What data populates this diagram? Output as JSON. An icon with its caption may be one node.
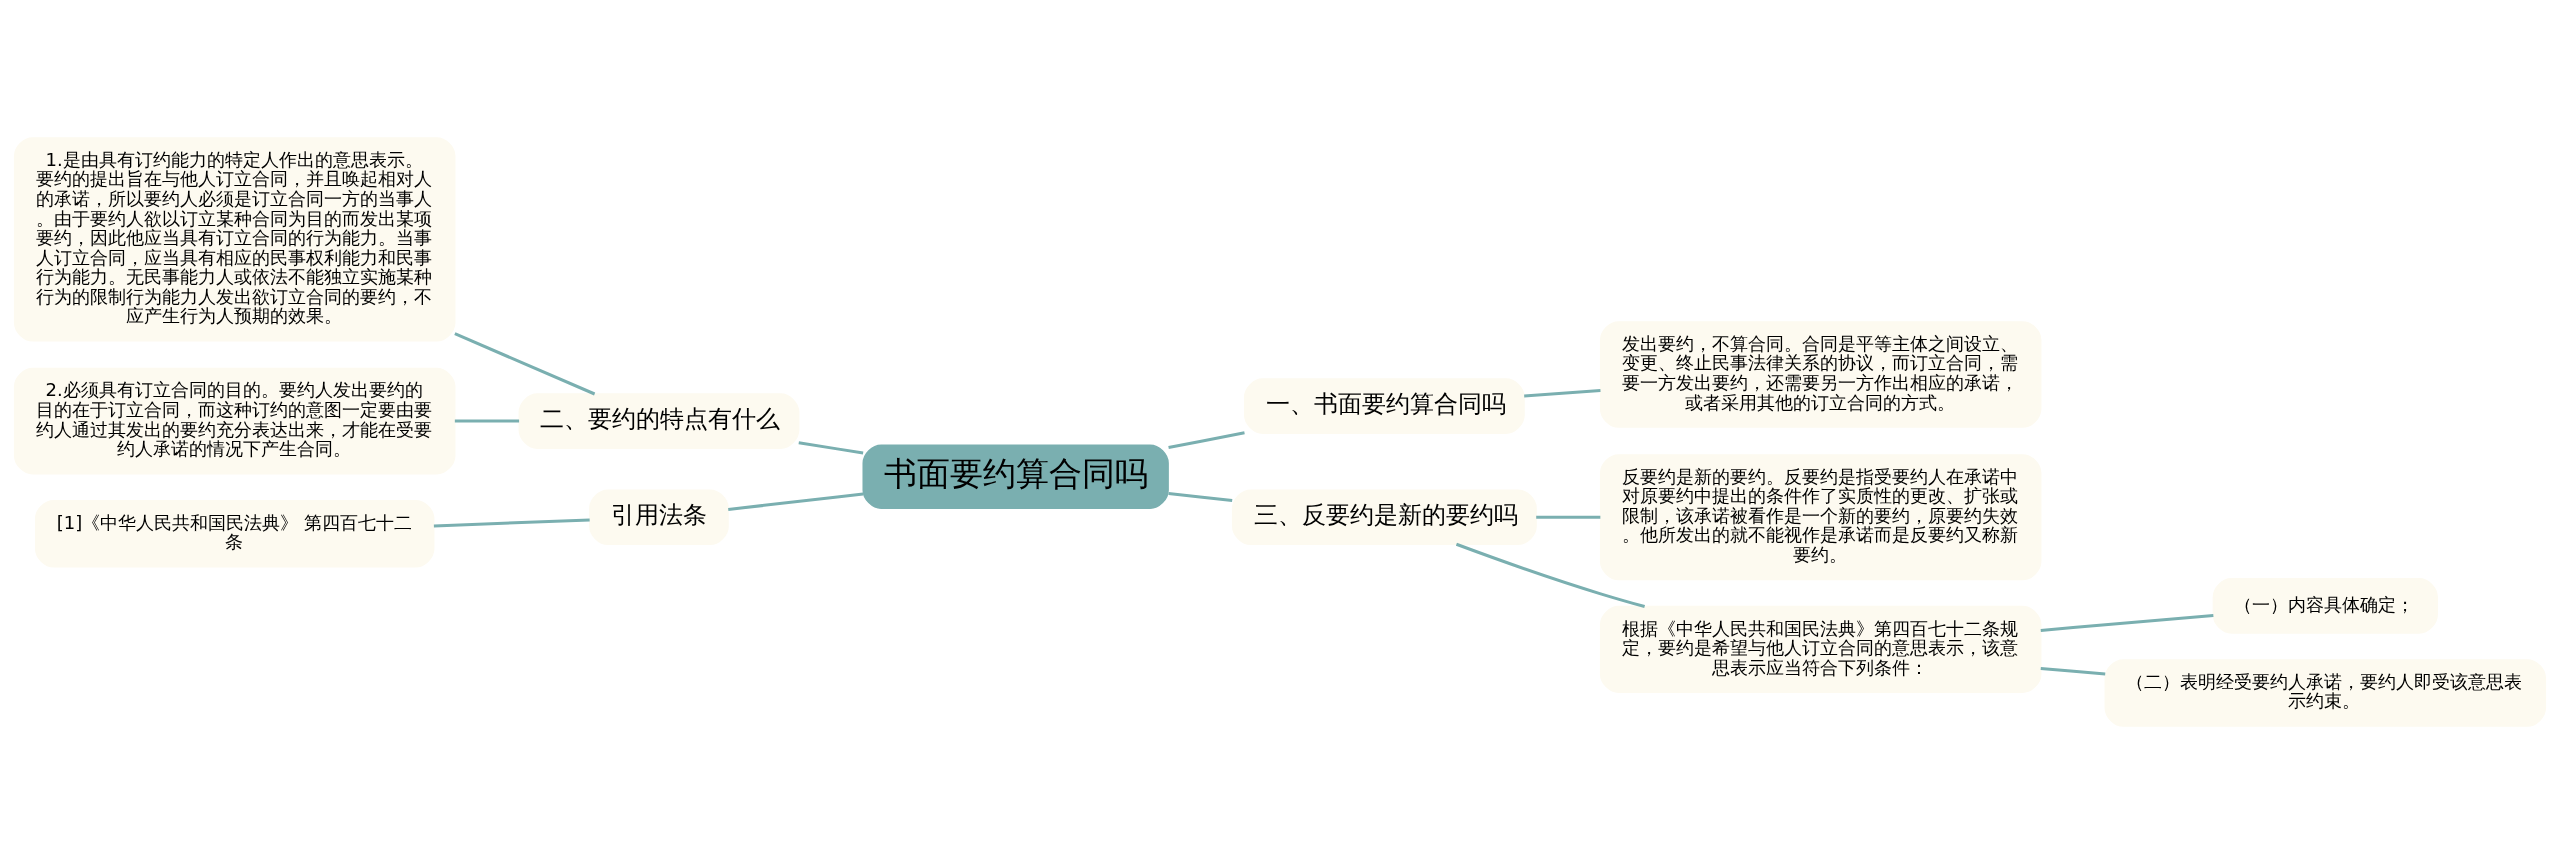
{
  "diagram": {
    "nodes": [
      {
        "text": [
          "书面要约算合同吗"
        ]
      },
      {
        "text": [
          "一、书面要约算合同吗"
        ]
      },
      {
        "text": [
          "发出要约，不算合同。合同是平等主体之间设立、变更、终止民事法律关系的协议，而订立合同，需要一方发出要约，还需要另一方作出相应的承诺，或者采用其他的订立合同的方式。"
        ]
      },
      {
        "text": [
          "三、反要约是新的要约吗"
        ]
      },
      {
        "text": [
          "反要约是新的要约。反要约是指受要约人在承诺中对原要约中提出的条件作了实质性的更改、扩张或限制，该承诺被看作是一个新的要约，原要约失效。他所发出的就不能视作是承诺而是反要约又称新要约。"
        ]
      },
      {
        "text": [
          "根据《中华人民共和国民法典》第四百七十二条规定，要约是希望与他人订立合同的意思表示，该意思表示应当符合下列条件："
        ]
      },
      {
        "text": [
          "（一）内容具体确定；"
        ]
      },
      {
        "text": [
          "（二）表明经受要约人承诺，要约人即受该意思表示约束。"
        ]
      },
      {
        "text": [
          "二、要约的特点有什么"
        ]
      },
      {
        "text": [
          "1.是由具有订约能力的特定人作出的意思表示。要约的提出旨在与他人订立合同，并且唤起相对人的承诺，所以要约人必须是订立合同一方的当事人。由于要约人欲以订立某种合同为目的而发出某项要约，因此他应当具有订立合同的行为能力。当事人订立合同，应当具有相应的民事权利能力和民事行为能力。无民事能力人或依法不能独立实施某种行为的限制行为能力人发出欲订立合同的要约，不应产生行为人预期的效果。"
        ]
      },
      {
        "text": [
          "2.必须具有订立合同的目的。要约人发出要约的目的在于订立合同，而这种订约的意图一定要由要约人通过其发出的要约充分表达出来，才能在受要约人承诺的情况下产生合同。"
        ]
      },
      {
        "text": [
          "引用法条"
        ]
      },
      {
        "text": [
          "[1]《中华人民共和国民法典》 第四百七十二条"
        ]
      }
    ],
    "edges": [
      {
        "from": 0,
        "to": 1,
        "arrow": "none"
      },
      {
        "from": 1,
        "to": 2,
        "arrow": "none"
      },
      {
        "from": 0,
        "to": 3,
        "arrow": "none"
      },
      {
        "from": 3,
        "to": 4,
        "arrow": "none"
      },
      {
        "from": 3,
        "to": 5,
        "arrow": "none"
      },
      {
        "from": 5,
        "to": 6,
        "arrow": "none"
      },
      {
        "from": 5,
        "to": 7,
        "arrow": "none"
      },
      {
        "from": 0,
        "to": 8,
        "arrow": "none"
      },
      {
        "from": 8,
        "to": 9,
        "arrow": "none"
      },
      {
        "from": 8,
        "to": 10,
        "arrow": "none"
      },
      {
        "from": 0,
        "to": 11,
        "arrow": "none"
      },
      {
        "from": 11,
        "to": 12,
        "arrow": "none"
      }
    ]
  }
}
